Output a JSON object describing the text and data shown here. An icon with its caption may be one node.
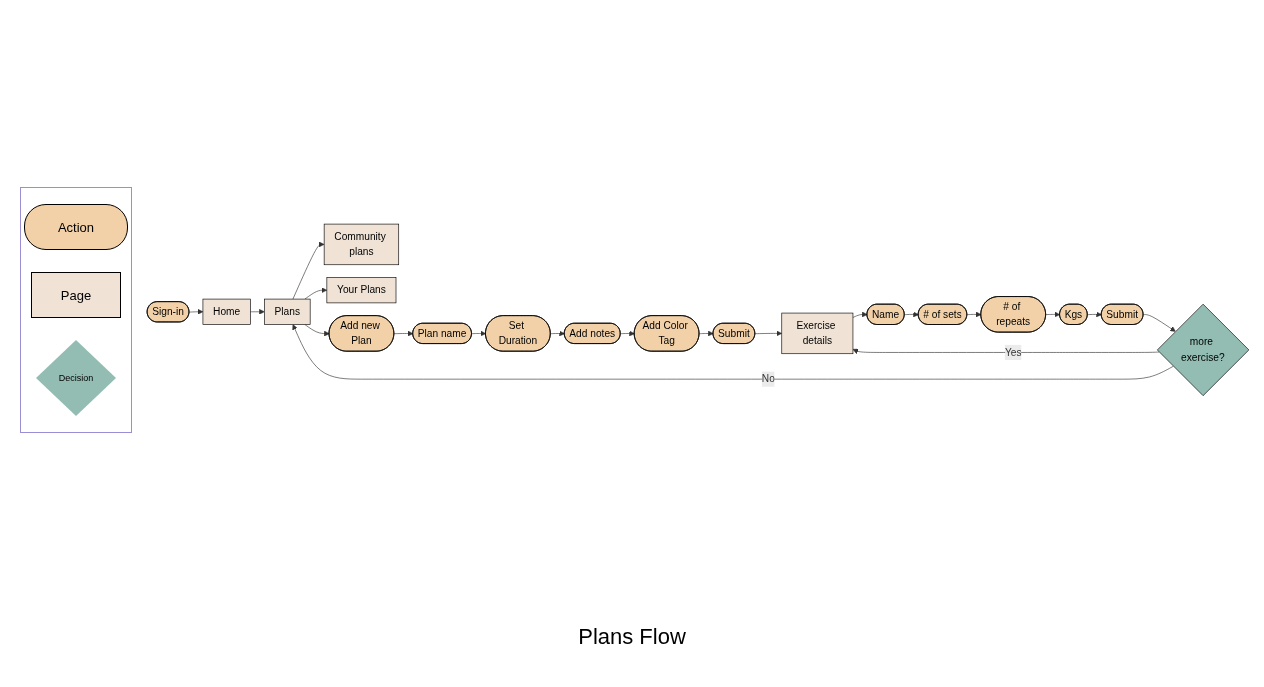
{
  "diagram": {
    "title": "Plans Flow",
    "nodes": [
      {
        "text": [
          "Sign-in"
        ]
      },
      {
        "text": [
          "Home"
        ]
      },
      {
        "text": [
          "Plans"
        ]
      },
      {
        "text": [
          "Community plans"
        ]
      },
      {
        "text": [
          "Your Plans"
        ]
      },
      {
        "text": [
          "Add new Plan"
        ]
      },
      {
        "text": [
          "Plan name"
        ]
      },
      {
        "text": [
          "Set Duration"
        ]
      },
      {
        "text": [
          "Add notes"
        ]
      },
      {
        "text": [
          "Add Color Tag"
        ]
      },
      {
        "text": [
          "Submit"
        ]
      },
      {
        "text": [
          "Exercise details"
        ]
      },
      {
        "text": [
          "Name"
        ]
      },
      {
        "text": [
          "# of sets"
        ]
      },
      {
        "text": [
          "# of repeats"
        ]
      },
      {
        "text": [
          "Kgs"
        ]
      },
      {
        "text": [
          "Submit"
        ]
      },
      {
        "text": [
          "more exercise?"
        ]
      }
    ],
    "edges": [
      {
        "from": 0,
        "to": 1,
        "arrow": "to"
      },
      {
        "from": 1,
        "to": 2,
        "arrow": "to"
      },
      {
        "from": 2,
        "to": 3,
        "arrow": "to"
      },
      {
        "from": 2,
        "to": 4,
        "arrow": "to"
      },
      {
        "from": 2,
        "to": 5,
        "arrow": "to"
      },
      {
        "from": 5,
        "to": 6,
        "arrow": "to"
      },
      {
        "from": 6,
        "to": 7,
        "arrow": "to"
      },
      {
        "from": 7,
        "to": 8,
        "arrow": "to"
      },
      {
        "from": 8,
        "to": 9,
        "arrow": "to"
      },
      {
        "from": 9,
        "to": 10,
        "arrow": "to"
      },
      {
        "from": 10,
        "to": 11,
        "arrow": "to"
      },
      {
        "from": 11,
        "to": 12,
        "arrow": "to"
      },
      {
        "from": 12,
        "to": 13,
        "arrow": "to"
      },
      {
        "from": 13,
        "to": 14,
        "arrow": "to"
      },
      {
        "from": 14,
        "to": 15,
        "arrow": "to"
      },
      {
        "from": 15,
        "to": 16,
        "arrow": "to"
      },
      {
        "from": 16,
        "to": 17,
        "arrow": "to"
      },
      {
        "from": 17,
        "to": 11,
        "label": "Yes",
        "arrow": "to"
      },
      {
        "from": 17,
        "to": 2,
        "label": "No",
        "arrow": "to"
      }
    ],
    "legend": [
      {
        "text": "Action"
      },
      {
        "text": "Page"
      },
      {
        "text": "Decision"
      }
    ]
  }
}
